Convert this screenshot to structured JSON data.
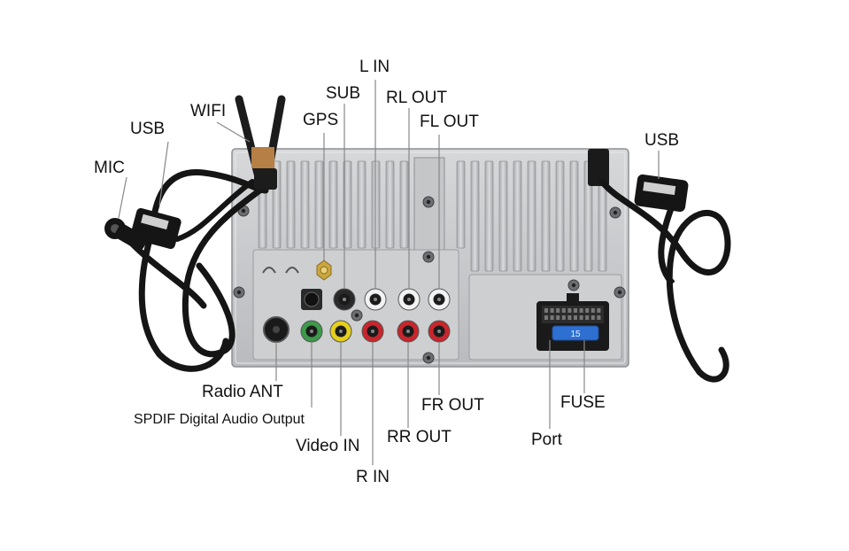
{
  "labels": {
    "l_in": "L IN",
    "sub": "SUB",
    "rl_out": "RL OUT",
    "wifi": "WIFI",
    "gps": "GPS",
    "fl_out": "FL OUT",
    "usb_left": "USB",
    "usb_right": "USB",
    "mic": "MIC",
    "radio_ant": "Radio ANT",
    "spdif": "SPDIF Digital Audio Output",
    "video_in": "Video IN",
    "rr_out": "RR OUT",
    "r_in": "R IN",
    "fr_out": "FR OUT",
    "fuse": "FUSE",
    "port": "Port"
  },
  "fuse_value": "15",
  "colors": {
    "leader_line": "#d9534f",
    "chassis": "#c9cbcd",
    "rca_red": "#c8262c",
    "rca_yellow": "#e6cf1c",
    "rca_green": "#3c9a4a",
    "fuse_blue": "#2e6fd2"
  }
}
